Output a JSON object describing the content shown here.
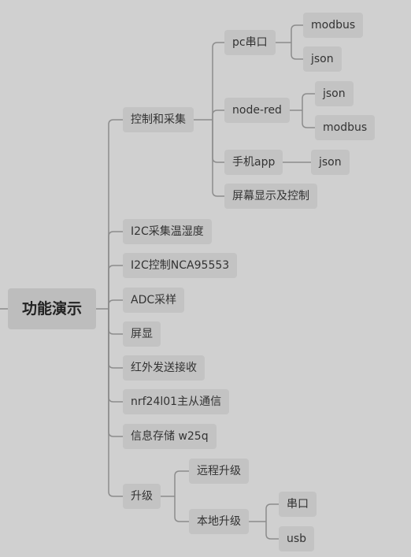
{
  "mindmap": {
    "root": {
      "label": "功能演示"
    },
    "branches": [
      {
        "label": "控制和采集",
        "children": [
          {
            "label": "pc串口",
            "children": [
              {
                "label": "modbus"
              },
              {
                "label": "json"
              }
            ]
          },
          {
            "label": "node-red",
            "children": [
              {
                "label": "json"
              },
              {
                "label": "modbus"
              }
            ]
          },
          {
            "label": "手机app",
            "children": [
              {
                "label": "json"
              }
            ]
          },
          {
            "label": "屏幕显示及控制"
          }
        ]
      },
      {
        "label": "I2C采集温湿度"
      },
      {
        "label": "I2C控制NCA95553"
      },
      {
        "label": "ADC采样"
      },
      {
        "label": "屏显"
      },
      {
        "label": "红外发送接收"
      },
      {
        "label": "nrf24l01主从通信"
      },
      {
        "label": "信息存储 w25q"
      },
      {
        "label": "升级",
        "children": [
          {
            "label": "远程升级"
          },
          {
            "label": "本地升级",
            "children": [
              {
                "label": "串口"
              },
              {
                "label": "usb"
              }
            ]
          }
        ]
      }
    ]
  },
  "colors": {
    "background": "#d0d0d0",
    "node": "#c3c3c3",
    "line": "#8c8c8c",
    "text": "#333333"
  }
}
